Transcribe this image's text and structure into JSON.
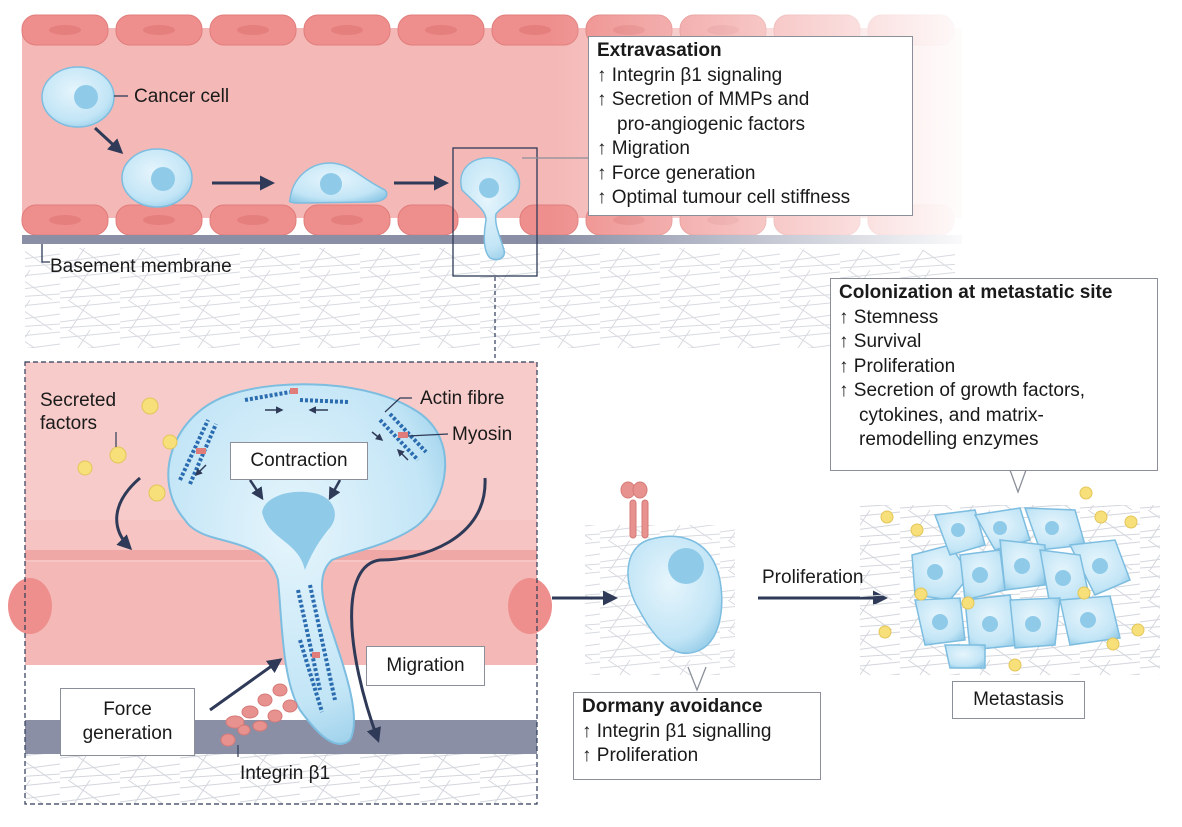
{
  "labels": {
    "cancer_cell": "Cancer cell",
    "basement_membrane": "Basement membrane",
    "secreted_factors_1": "Secreted",
    "secreted_factors_2": "factors",
    "actin_fibre": "Actin fibre",
    "myosin": "Myosin",
    "integrin": "Integrin β1",
    "proliferation_arrow": "Proliferation"
  },
  "boxes": {
    "extravasation": {
      "title": "Extravasation",
      "lines": [
        "↑ Integrin β1 signaling",
        "↑ Secretion of MMPs and",
        "pro-angiogenic factors",
        "↑ Migration",
        "↑ Force generation",
        "↑ Optimal tumour cell stiffness"
      ]
    },
    "colonization": {
      "title": "Colonization at metastatic site",
      "lines": [
        "↑ Stemness",
        "↑ Survival",
        "↑ Proliferation",
        "↑ Secretion of growth factors,",
        "cytokines, and matrix-",
        "remodelling enzymes"
      ]
    },
    "dormancy": {
      "title": "Dormany avoidance",
      "lines": [
        "↑ Integrin β1 signalling",
        "↑ Proliferation"
      ]
    }
  },
  "tags": {
    "contraction": "Contraction",
    "migration": "Migration",
    "force_generation_1": "Force",
    "force_generation_2": "generation",
    "metastasis": "Metastasis"
  },
  "colors": {
    "vessel_pink": "#f4b8b6",
    "endothelial": "#ee8f8d",
    "cell_blue": "#bfe3f5",
    "nucleus_blue": "#8fcbe9",
    "membrane_gray": "#8a8fa6",
    "arrow_navy": "#2e3a57",
    "factor_yellow": "#f7df7a",
    "actin_blue": "#2b6cb0",
    "integrin_pink": "#e8928f"
  }
}
